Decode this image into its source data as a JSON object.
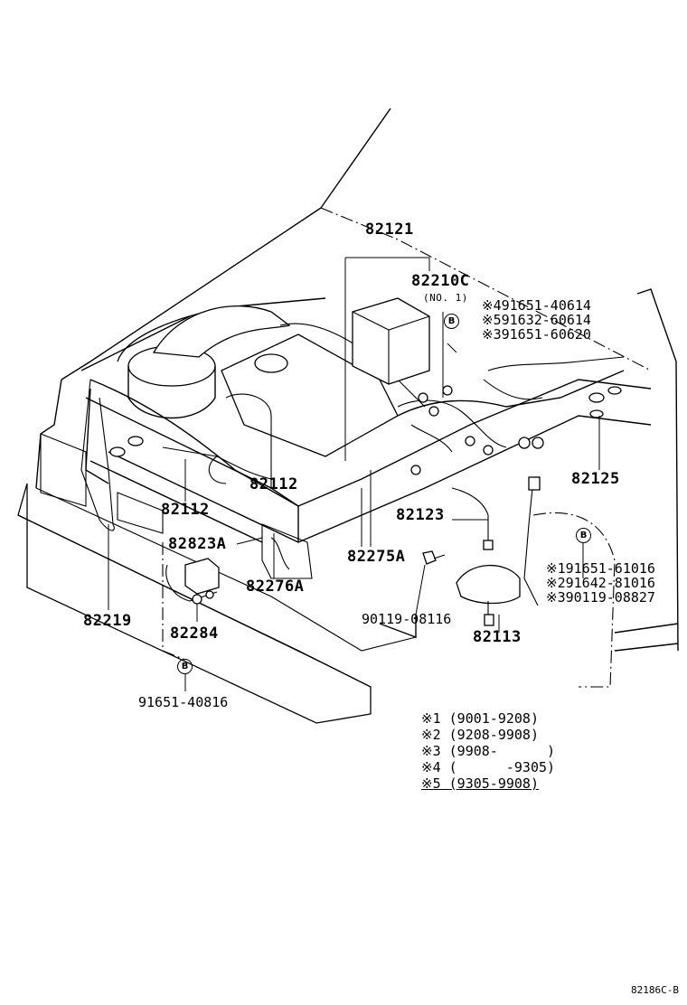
{
  "labels": {
    "p82121": "82121",
    "p82210c": "82210C",
    "no1": "(NO. 1)",
    "r1": "※491651-40614",
    "r2": "※591632-60614",
    "r3": "※391651-60620",
    "p82125": "82125",
    "p82112a": "82112",
    "p82112b": "82112",
    "p82823a": "82823A",
    "p82123": "82123",
    "p82275a": "82275A",
    "p82276a": "82276A",
    "p82219": "82219",
    "p82284": "82284",
    "p90119a": "90119-08116",
    "p82113": "82113",
    "b1": "※191651-61016",
    "b2": "※291642-81016",
    "b3": "※390119-08827",
    "p91651": "91651-40816"
  },
  "marks": {
    "b": "B"
  },
  "notes": [
    "※1 (9001-9208)",
    "※2 (9208-9908)",
    "※3 (9908-      )",
    "※4 (      -9305)",
    "※5 (9305-9908)"
  ],
  "figure_code": "82186C-B"
}
